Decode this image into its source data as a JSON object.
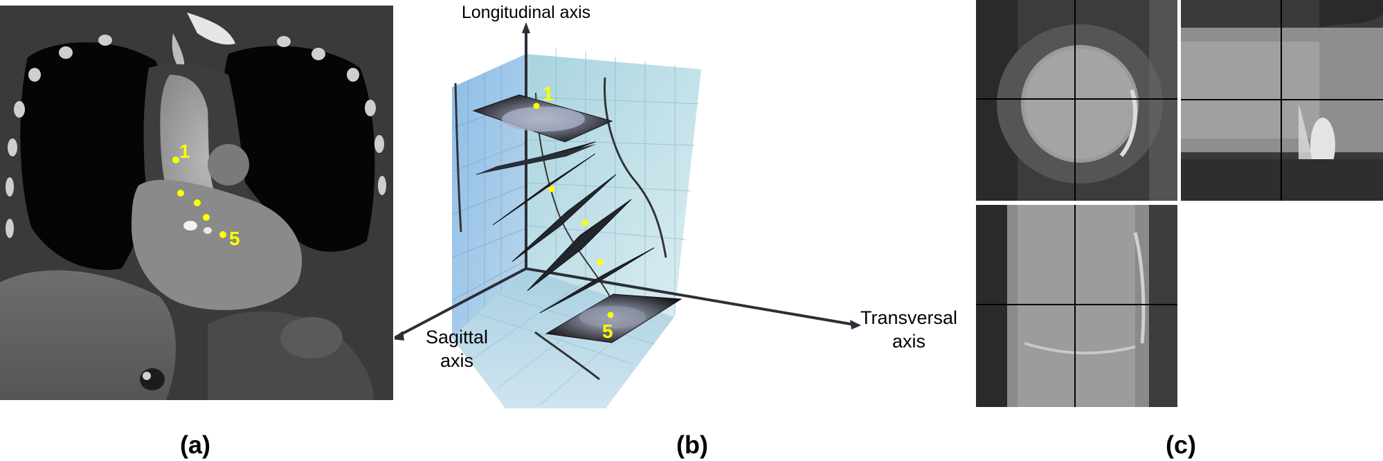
{
  "panel_a": {
    "markers": [
      "1",
      "5"
    ]
  },
  "panel_b": {
    "axes": {
      "longitudinal": "Longitudinal axis",
      "sagittal_line1": "Sagittal",
      "sagittal_line2": "axis",
      "transversal_line1": "Transversal",
      "transversal_line2": "axis"
    },
    "markers": [
      "1",
      "5"
    ]
  },
  "captions": {
    "a": "(a)",
    "b": "(b)",
    "c": "(c)"
  },
  "colors": {
    "marker": "#ffff00",
    "wall_left": "#9cc4ea",
    "wall_right": "#b8dbe6",
    "floor": "#a8d0e6",
    "ct_background": "#1a1a1a"
  }
}
